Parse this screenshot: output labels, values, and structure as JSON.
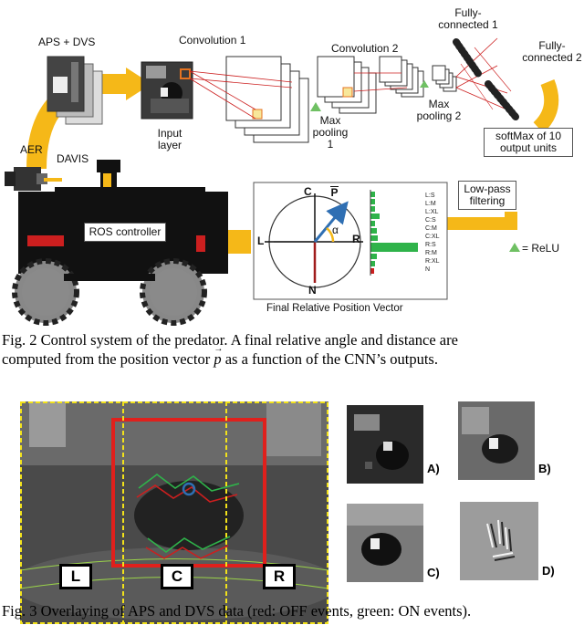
{
  "fig2": {
    "labels": {
      "aps_dvs": "APS + DVS",
      "aer": "AER",
      "davis": "DAVIS",
      "input_layer": "Input layer",
      "conv1": "Convolution 1",
      "conv2": "Convolution 2",
      "maxpool1": "Max pooling 1",
      "maxpool2": "Max pooling 2",
      "fc1": "Fully-connected 1",
      "fc2": "Fully-connected 2",
      "softmax": "softMax of 10 output units",
      "lowpass": "Low-pass filtering",
      "ros": "ROS controller",
      "relu": "= ReLU",
      "final_vector": "Final Relative Position Vector",
      "axis_c": "C",
      "axis_n": "N",
      "axis_l": "L",
      "axis_r": "R",
      "p_vector": "P",
      "alpha": "α",
      "outputs": [
        "L:S",
        "L:M",
        "L:XL",
        "C:S",
        "C:M",
        "C:XL",
        "R:S",
        "R:M",
        "R:XL",
        "N"
      ]
    },
    "caption_line1": "Fig. 2 Control system of the predator. A final relative angle and distance are",
    "caption_line2_a": "computed from the position vector ",
    "caption_line2_p": "p",
    "caption_line2_b": " as a function of the CNN’s outputs."
  },
  "fig3": {
    "regions": [
      "L",
      "C",
      "R"
    ],
    "thumbs": [
      "A)",
      "B)",
      "C)",
      "D)"
    ],
    "caption": "Fig. 3 Overlaying of APS and DVS data (red: OFF events, green: ON events)."
  },
  "colors": {
    "arrow": "#f5b818",
    "red": "#cc1f1f",
    "green": "#2fb34a",
    "blue": "#2f6fb3",
    "yellow_dash": "#f2e21a"
  }
}
